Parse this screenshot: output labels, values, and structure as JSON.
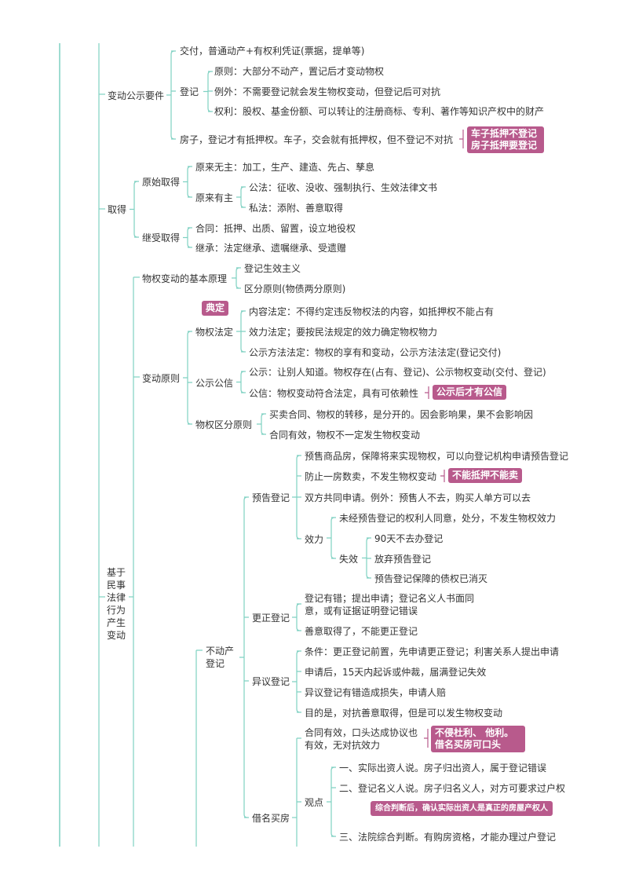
{
  "colors": {
    "line": "#7fd1c2",
    "tag": "#b85a8c",
    "text": "#333333"
  },
  "n": {
    "bdgs_yaojian": "变动公示要件",
    "jiaofu": "交付，普通动产+有权利凭证(票据，提单等)",
    "dengji": "登记",
    "yuanze": "原则：大部分不动产，置记后才变动物权",
    "liwai": "例外：不需要登记就会发生物权变动，但登记后可对抗",
    "quanli": "权利：股权、基金份额、可以转让的注册商标、专利、著作等知识产权中的财产",
    "fangzi": "房子，登记才有抵押权。车子，交会就有抵押权，但不登记不对抗",
    "qude": "取得",
    "yuanshi": "原始取得",
    "yuanlai_wuzhu": "原来无主：加工，生产、建造、先占、孳息",
    "yuanlai_youzhu": "原来有主",
    "gongfa": "公法：征收、没收、强制执行、生效法律文书",
    "sifa": "私法：添附、善意取得",
    "jishou": "继受取得",
    "hetong": "合同：抵押、出质、留置，设立地役权",
    "jicheng": "继承：法定继承、遗嘱继承、受遗赠",
    "root": "基于民事法律行为产生变动",
    "jiben_yuanli": "物权变动的基本原理",
    "dengji_shengxiao": "登记生效主义",
    "qufen_yuanze": "区分原则(物债两分原则)",
    "biandong_yuanze": "变动原则",
    "wuquan_fading": "物权法定",
    "neirong": "内容法定：不得约定违反物权法的内容，如抵押权不能占有",
    "xiaoli": "效力法定；要按民法规定的效力确定物权物力",
    "gongshi_fangfa": "公示方法法定：物权的享有和变动，公示方法法定(登记交付)",
    "gongshi_gongxin": "公示公信",
    "gongshi": "公示：让别人知道。物权存在(占有、登记)、公示物权变动(交付、登记)",
    "gongxin": "公信：物权变动符合法定，具有可依赖性",
    "wuquan_qufen": "物权区分原则",
    "maimai": "买卖合同、物权的转移，是分开的。因会影响果，果不会影响因",
    "hetong_youxiao": "合同有效，物权不一定发生物权变动",
    "budongchan": "不动产登记",
    "yugao": "预告登记",
    "yushou": "预售商品房，保障将来实现物权，可以向登记机构申请预告登记",
    "fangzhi": "防止一房数卖，不发生物权变动",
    "shuangfang": "双方共同申请。例外：预售人不去，购买人单方可以去",
    "xiaoli2": "效力",
    "weijing": "未经预告登记的权利人同意，处分，不发生物权效力",
    "shixiao": "失效",
    "t90": "90天不去办登记",
    "fangqi": "放弃预告登记",
    "zhaiquan": "预告登记保障的债权已消灭",
    "gengzheng": "更正登记",
    "youcuo": "登记有错；提出申请；登记名义人书面同意，或有证据证明登记错误",
    "shanyi": "善意取得了，不能更正登记",
    "yiyi": "异议登记",
    "tiaojian": "条件：更正登记前置，先申请更正登记；利害关系人提出申请",
    "shenqing15": "申请后，15天内起诉或仲裁，届满登记失效",
    "yiyi_cuo": "异议登记有错造成损失，申请人赔",
    "mudi": "目的是，对抗善意取得，但是可以发生物权变动",
    "jieming": "借名买房",
    "koutou": "合同有效，口头达成协议也有效，无对抗效力",
    "guandian": "观点",
    "g1": "一、实际出资人说。房子归出资人，属于登记错误",
    "g2": "二、登记名义人说。房子归名义人，对方可要求过户权",
    "g3": "三、法院综合判断。有购房资格，才能办理过户登记"
  },
  "tags": {
    "chezi": "车子抵押不登记房子抵押要登记",
    "dianding": "典定",
    "gongxin_tag": "公示后才有公信",
    "bunengmai": "不能抵押不能卖",
    "buqin": "不侵杜利、 他利。借名买房可口头",
    "zonghe": "综合判断后，确认实际出资人是真正的房屋产权人"
  }
}
